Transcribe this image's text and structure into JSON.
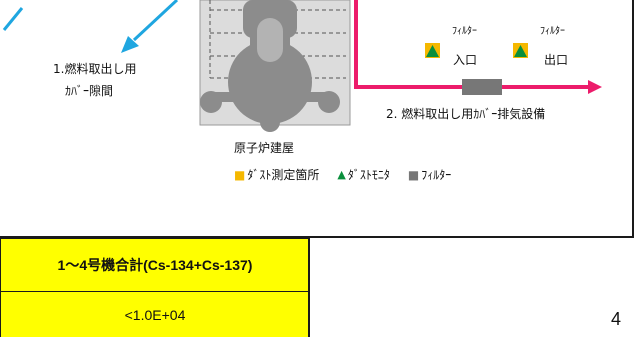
{
  "diagram": {
    "label_gap_line1": "1.燃料取出し用",
    "label_gap_line2": "ｶﾊﾞｰ隙間",
    "label_filter_in": "ﾌｨﾙﾀｰ",
    "label_filter_out": "ﾌｨﾙﾀｰ",
    "label_inlet": "入口",
    "label_outlet": "出口",
    "label_exhaust": "2. 燃料取出し用ｶﾊﾞｰ排気設備",
    "label_building": "原子炉建屋"
  },
  "legend": {
    "dust_point_symbol": "■",
    "dust_point_label": "ﾀﾞｽﾄ測定箇所",
    "dust_monitor_symbol": "▲",
    "dust_monitor_label": "ﾀﾞｽﾄﾓﾆﾀ",
    "filter_symbol": "■",
    "filter_label": "ﾌｨﾙﾀｰ"
  },
  "table": {
    "header": "1～4号機合計(Cs-134+Cs-137)",
    "value": "<1.0E+04"
  },
  "page_number": "4",
  "colors": {
    "pink_pipe": "#ec1c6b",
    "blue_arrow": "#1fa6e0",
    "building_fill": "#dcdcdc",
    "reactor_fill": "#8c8c8c",
    "dust_point": "#f5b800",
    "dust_monitor": "#0a8f3c",
    "filter": "#777777",
    "table_fill": "#ffff00"
  }
}
